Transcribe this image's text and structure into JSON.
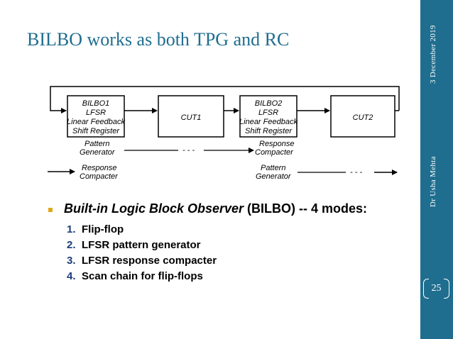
{
  "slide": {
    "title": "BILBO works as both TPG and RC",
    "date": "3 December 2019",
    "author": "Dr Usha Mehta",
    "page_number": "25"
  },
  "diagram": {
    "bilbo1": {
      "name": "BILBO1",
      "line1": "LFSR",
      "line2": "Linear Feedback",
      "line3": "Shift Register"
    },
    "cut1": "CUT1",
    "bilbo2": {
      "name": "BILBO2",
      "line1": "LFSR",
      "line2": "Linear Feedback",
      "line3": "Shift Register"
    },
    "cut2": "CUT2",
    "row1_left": {
      "line1": "Pattern",
      "line2": "Generator"
    },
    "row1_right": {
      "line1": "Response",
      "line2": "Compacter"
    },
    "row2_left": {
      "line1": "Response",
      "line2": "Compacter"
    },
    "row2_right": {
      "line1": "Pattern",
      "line2": "Generator"
    },
    "dashes": "- - -"
  },
  "bullet": {
    "italic": "Built-in Logic Block Observer",
    "rest": " (BILBO) -- 4 modes:"
  },
  "modes": [
    {
      "num": "1.",
      "text": "Flip-flop"
    },
    {
      "num": "2.",
      "text": "LFSR pattern generator"
    },
    {
      "num": "3.",
      "text": "LFSR response compacter"
    },
    {
      "num": "4.",
      "text": "Scan chain for flip-flops"
    }
  ],
  "colors": {
    "sidebar": "#1f6e8f",
    "title": "#1f6e8f",
    "bullet": "#e0a81a",
    "numbering": "#1a3d7a"
  }
}
